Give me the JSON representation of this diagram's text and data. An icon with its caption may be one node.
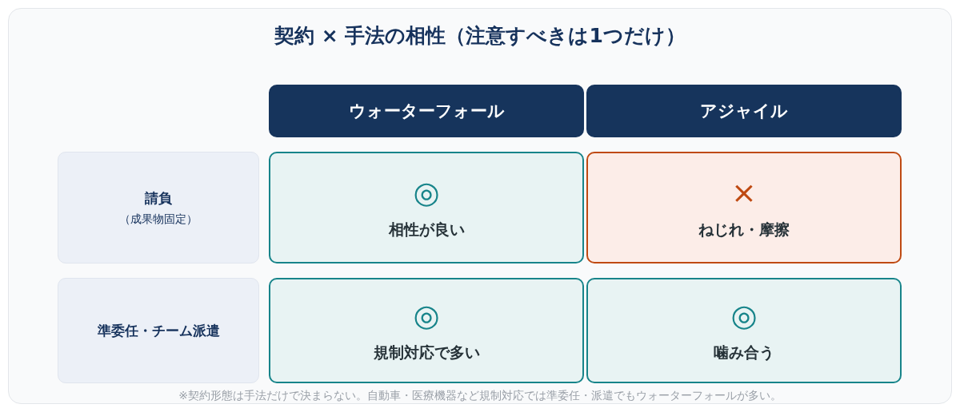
{
  "diagram": {
    "title": "契約 × 手法の相性（注意すべきは1つだけ）",
    "nodes": [
      {
        "text": [
          "ウォーターフォール"
        ]
      },
      {
        "text": [
          "アジャイル"
        ]
      },
      {
        "text": [
          "請負",
          "（成果物固定）"
        ]
      },
      {
        "text": [
          "◎",
          "相性が良い"
        ]
      },
      {
        "text": [
          "×",
          "ねじれ・摩擦"
        ]
      },
      {
        "text": [
          "準委任・チーム派遣"
        ]
      },
      {
        "text": [
          "◎",
          "規制対応で多い"
        ]
      },
      {
        "text": [
          "◎",
          "噛み合う"
        ]
      }
    ],
    "caption": "※契約形態は手法だけで決まらない。自動車・医療機器など規制対応では準委任・派遣でもウォーターフォールが多い。"
  }
}
